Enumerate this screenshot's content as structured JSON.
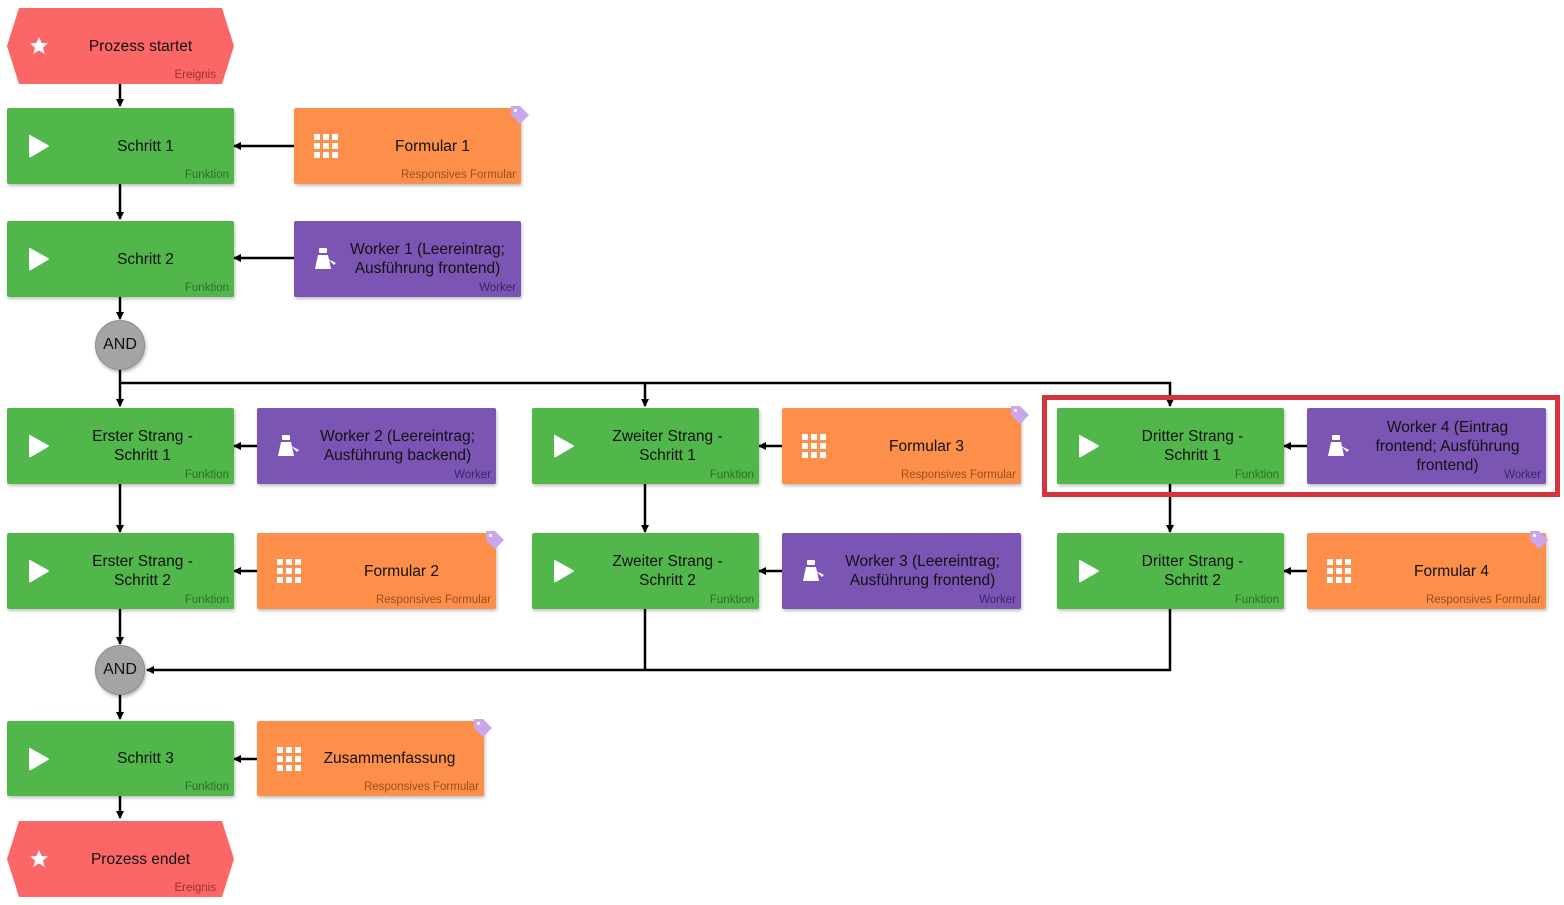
{
  "colors": {
    "function": "#52b74a",
    "form": "#fd8f4a",
    "worker": "#7b55b3",
    "event": "#fb6667",
    "gateway": "#a4a4a4",
    "highlight": "#d3343d",
    "tag": "#c9a6ee"
  },
  "events": {
    "start": {
      "label": "Prozess startet",
      "type": "Ereignis",
      "icon": "star-icon"
    },
    "end": {
      "label": "Prozess endet",
      "type": "Ereignis",
      "icon": "star-icon"
    }
  },
  "gateways": {
    "split": {
      "label": "AND"
    },
    "join": {
      "label": "AND"
    }
  },
  "steps": {
    "s1": {
      "label": "Schritt 1",
      "type": "Funktion"
    },
    "s2": {
      "label": "Schritt 2",
      "type": "Funktion"
    },
    "a1": {
      "label": "Erster Strang - Schritt 1",
      "type": "Funktion"
    },
    "a2": {
      "label": "Erster Strang - Schritt 2",
      "type": "Funktion"
    },
    "b1": {
      "label": "Zweiter Strang - Schritt 1",
      "type": "Funktion"
    },
    "b2": {
      "label": "Zweiter Strang - Schritt 2",
      "type": "Funktion"
    },
    "c1": {
      "label": "Dritter Strang - Schritt 1",
      "type": "Funktion"
    },
    "c2": {
      "label": "Dritter Strang - Schritt 2",
      "type": "Funktion"
    },
    "s3": {
      "label": "Schritt 3",
      "type": "Funktion"
    }
  },
  "forms": {
    "f1": {
      "label": "Formular 1",
      "type": "Responsives Formular"
    },
    "f2": {
      "label": "Formular 2",
      "type": "Responsives Formular"
    },
    "f3": {
      "label": "Formular 3",
      "type": "Responsives Formular"
    },
    "f4": {
      "label": "Formular 4",
      "type": "Responsives Formular"
    },
    "fsum": {
      "label": "Zusammenfassung",
      "type": "Responsives Formular"
    }
  },
  "workers": {
    "w1": {
      "label": "Worker 1 (Leereintrag; Ausführung frontend)",
      "type": "Worker"
    },
    "w2": {
      "label": "Worker 2 (Leereintrag; Ausführung backend)",
      "type": "Worker"
    },
    "w3": {
      "label": "Worker 3 (Leereintrag; Ausführung frontend)",
      "type": "Worker"
    },
    "w4": {
      "label": "Worker 4 (Eintrag frontend; Ausführung frontend)",
      "type": "Worker"
    }
  }
}
